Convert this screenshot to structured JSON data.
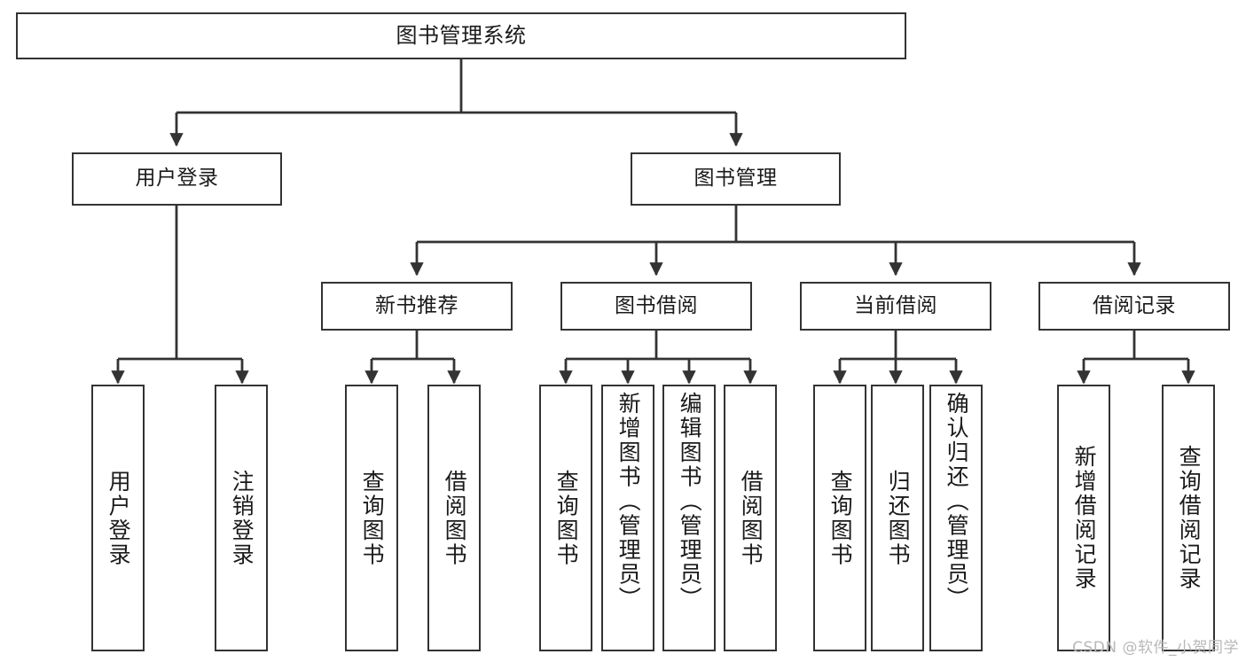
{
  "diagram": {
    "type": "tree",
    "title": "图书管理系统",
    "watermark": "CSDN @软件_小贺同学",
    "colors": {
      "stroke": "#333333",
      "fill": "#ffffff",
      "text": "#1a1a1a",
      "watermark": "#b8b8b8"
    },
    "levels": {
      "root": {
        "label": "图书管理系统"
      },
      "level2": [
        {
          "label": "用户登录"
        },
        {
          "label": "图书管理"
        }
      ],
      "level3": [
        {
          "label": "新书推荐"
        },
        {
          "label": "图书借阅"
        },
        {
          "label": "当前借阅"
        },
        {
          "label": "借阅记录"
        }
      ],
      "leaves": [
        {
          "label": "用户登录",
          "parent": "用户登录"
        },
        {
          "label": "注销登录",
          "parent": "用户登录"
        },
        {
          "label": "查询图书",
          "parent": "新书推荐"
        },
        {
          "label": "借阅图书",
          "parent": "新书推荐"
        },
        {
          "label": "查询图书",
          "parent": "图书借阅"
        },
        {
          "label": "新增图书（管理员）",
          "parent": "图书借阅"
        },
        {
          "label": "编辑图书（管理员）",
          "parent": "图书借阅"
        },
        {
          "label": "借阅图书",
          "parent": "图书借阅"
        },
        {
          "label": "查询图书",
          "parent": "当前借阅"
        },
        {
          "label": "归还图书",
          "parent": "当前借阅"
        },
        {
          "label": "确认归还（管理员）",
          "parent": "当前借阅"
        },
        {
          "label": "新增借阅记录",
          "parent": "借阅记录"
        },
        {
          "label": "查询借阅记录",
          "parent": "借阅记录"
        }
      ]
    }
  }
}
